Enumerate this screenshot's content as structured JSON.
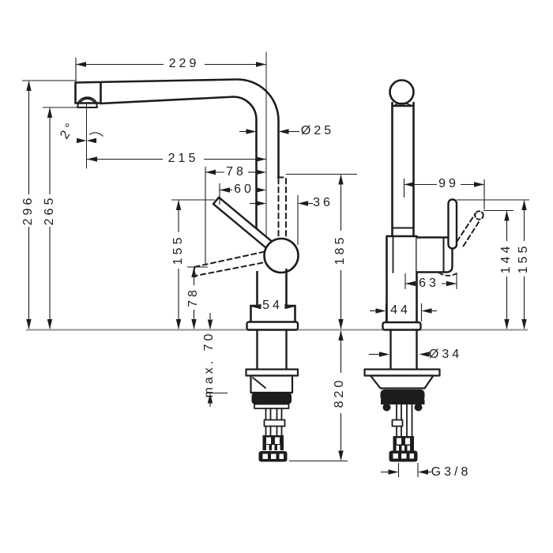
{
  "drawing": {
    "type": "faucet-technical-dimension-drawing",
    "line_color": "#1d1d1b",
    "counter_color": "#9d9d9c",
    "labels": {
      "left_view": {
        "spout_reach_total": "229",
        "spout_angle": "2°",
        "spout_reach_outlet": "215",
        "hose_offset_78": "78",
        "lever_offset_60": "60",
        "spout_diameter": "Ø25",
        "hose_out_36": "36",
        "height_total": "296",
        "height_outlet": "265",
        "lever_height_155": "155",
        "lever_low_78": "78",
        "base_width_54": "54",
        "max_counter_thickness": "max. 70",
        "hose_point_height_185": "185",
        "hose_length_820": "820"
      },
      "right_view": {
        "depth_99": "99",
        "body_depth_63": "63",
        "base_depth_44": "44",
        "shank_diameter": "Ø34",
        "lever_low_144": "144",
        "lever_height_155": "155",
        "supply_thread": "G3/8"
      }
    }
  }
}
